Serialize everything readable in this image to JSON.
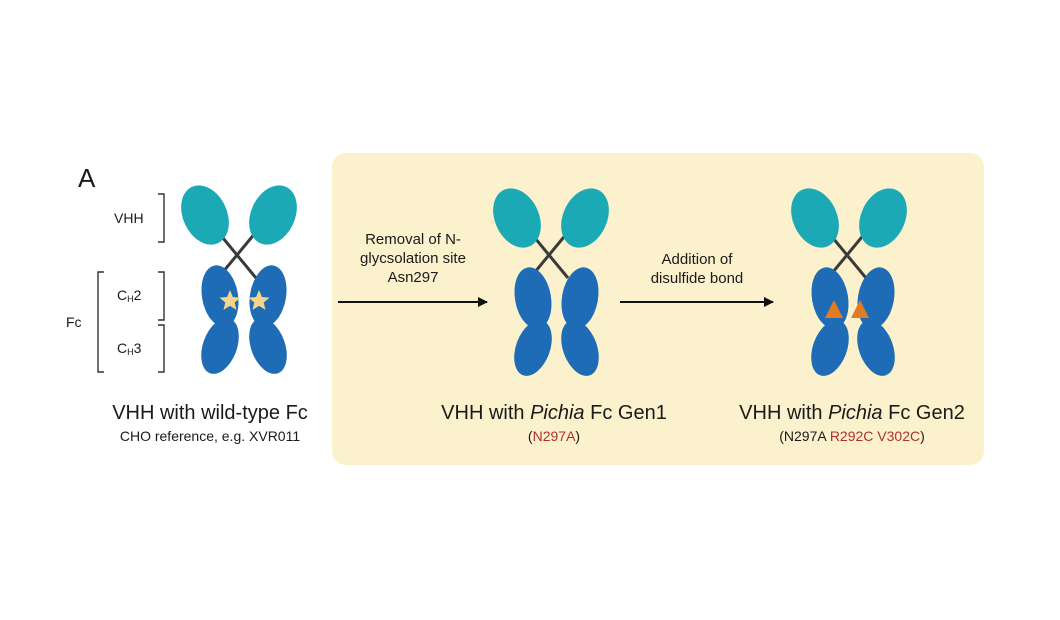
{
  "panel_label": "A",
  "brackets": {
    "vhh": "VHH",
    "fc": "Fc",
    "ch2_base": "C",
    "ch2_sub": "H",
    "ch2_num": "2",
    "ch3_base": "C",
    "ch3_sub": "H",
    "ch3_num": "3"
  },
  "arrows": {
    "step1": [
      "Removal of N-",
      "glycsolation site",
      "Asn297"
    ],
    "step2": [
      "Addition of",
      "disulfide bond"
    ]
  },
  "molecules": [
    {
      "title_prefix": "VHH with wild-type Fc",
      "subtitle": "CHO reference, e.g. XVR011"
    },
    {
      "title_prefix": "VHH with ",
      "title_italic": "Pichia",
      "title_suffix": " Fc Gen1",
      "sub_open": "(",
      "sub_mut": "N297A",
      "sub_close": ")"
    },
    {
      "title_prefix": "VHH with ",
      "title_italic": "Pichia",
      "title_suffix": " Fc Gen2",
      "sub_open": "(N297A ",
      "sub_mut": "R292C V302C",
      "sub_close": ")"
    }
  ],
  "colors": {
    "vhh_domain": "#1ba9b5",
    "fc_domain": "#1e6cb5",
    "linker": "#3a3a3a",
    "glycan_star": "#f6d58a",
    "disulfide_triangle": "#e07d22",
    "panel_background": "#fbf1cc",
    "mutation_text": "#b0302a"
  }
}
